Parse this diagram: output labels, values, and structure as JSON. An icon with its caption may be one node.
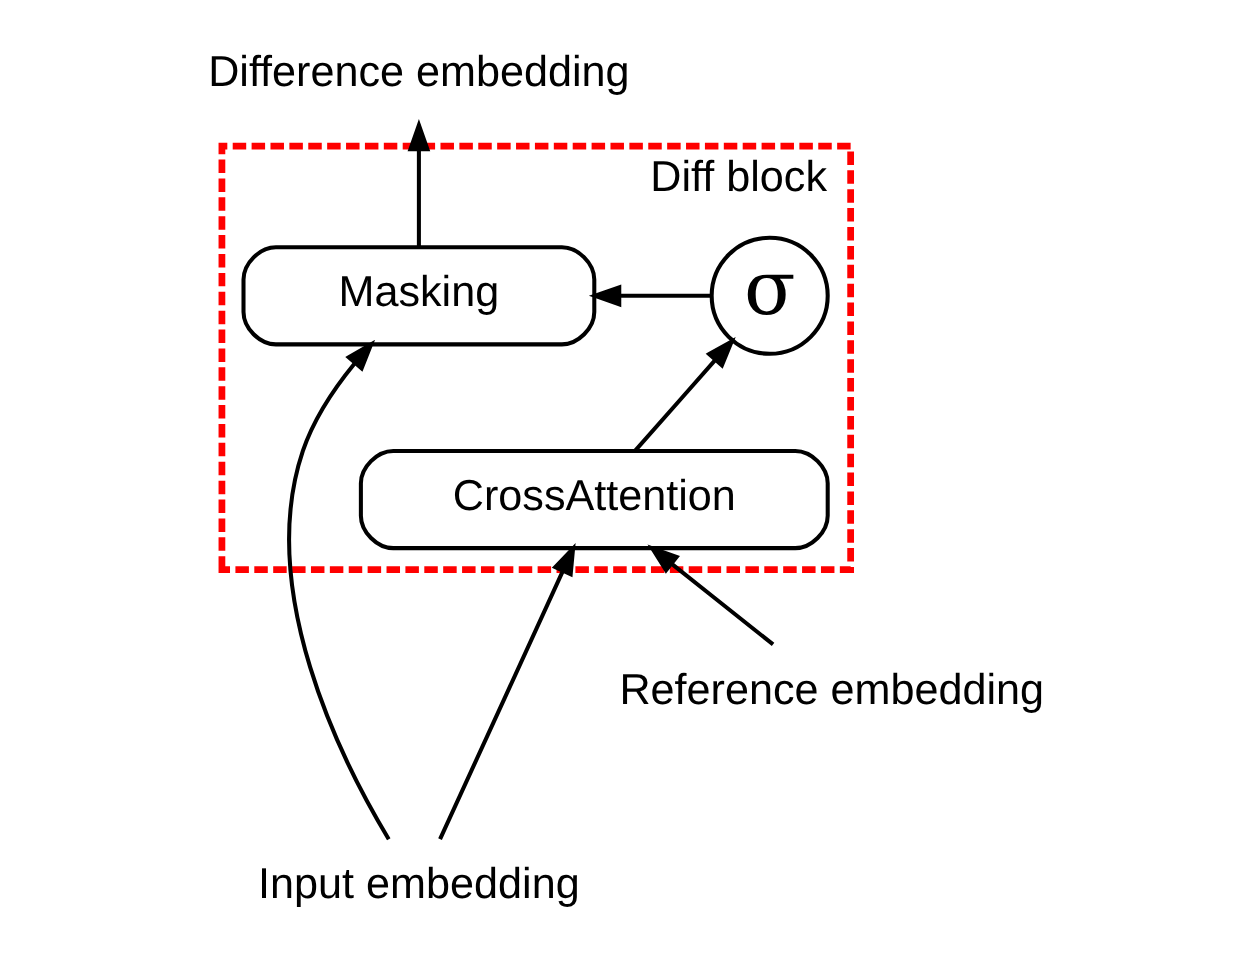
{
  "diagram": {
    "nodes": [
      {
        "text": [
          "Diff block"
        ]
      },
      {
        "text": [
          "Masking"
        ],
        "in": 0
      },
      {
        "text": [
          "σ"
        ],
        "in": 0
      },
      {
        "text": [
          "CrossAttention"
        ],
        "in": 0
      },
      {
        "text": [
          "Input embedding"
        ]
      },
      {
        "text": [
          "Reference embedding"
        ]
      },
      {
        "text": [
          "Difference embedding"
        ]
      }
    ],
    "edges": [
      {
        "from": 4,
        "to": 1,
        "arrow": "to"
      },
      {
        "from": 4,
        "to": 3,
        "arrow": "to"
      },
      {
        "from": 5,
        "to": 3,
        "arrow": "to"
      },
      {
        "from": 3,
        "to": 2,
        "arrow": "to"
      },
      {
        "from": 2,
        "to": 1,
        "arrow": "to"
      },
      {
        "from": 1,
        "to": 6,
        "arrow": "to"
      }
    ]
  }
}
